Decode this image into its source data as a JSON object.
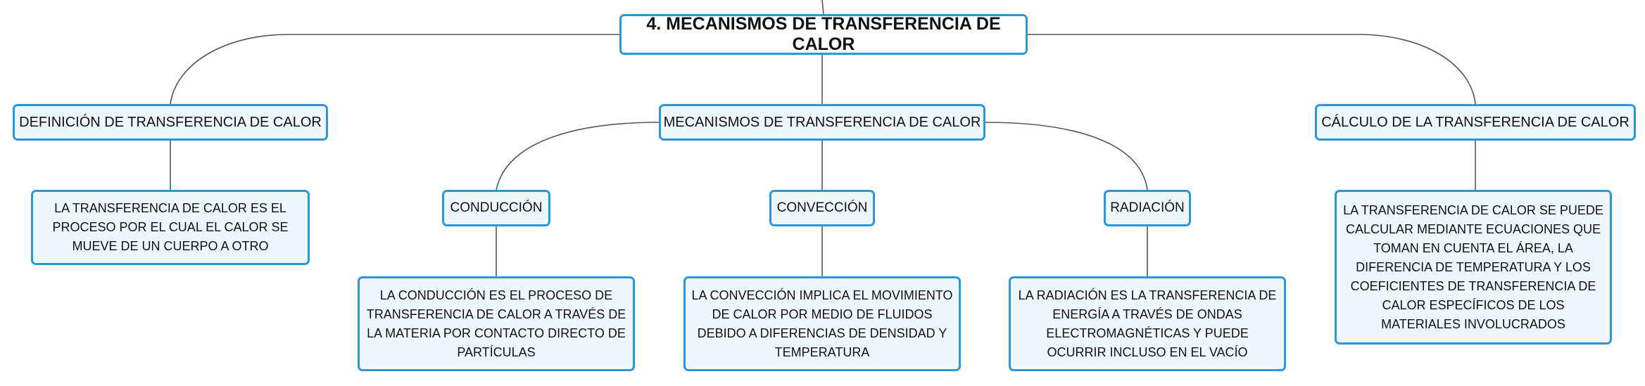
{
  "map": {
    "root": "4. MECANISMOS DE TRANSFERENCIA DE CALOR",
    "definicion": {
      "title": "DEFINICIÓN DE TRANSFERENCIA DE CALOR",
      "text": "LA TRANSFERENCIA DE CALOR ES EL PROCESO POR EL CUAL EL CALOR SE MUEVE DE UN CUERPO A OTRO"
    },
    "mecanismos": {
      "title": "MECANISMOS DE TRANSFERENCIA DE CALOR",
      "conduccion": {
        "title": "CONDUCCIÓN",
        "text": "LA CONDUCCIÓN ES EL PROCESO DE TRANSFERENCIA DE CALOR A TRAVÉS DE LA MATERIA POR CONTACTO DIRECTO DE PARTÍCULAS"
      },
      "conveccion": {
        "title": "CONVECCIÓN",
        "text": "LA CONVECCIÓN IMPLICA EL MOVIMIENTO DE CALOR POR MEDIO DE FLUIDOS DEBIDO A DIFERENCIAS DE DENSIDAD Y TEMPERATURA"
      },
      "radiacion": {
        "title": "RADIACIÓN",
        "text": "LA RADIACIÓN ES LA TRANSFERENCIA DE ENERGÍA A TRAVÉS DE ONDAS ELECTROMAGNÉTICAS Y PUEDE OCURRIR INCLUSO EN EL VACÍO"
      }
    },
    "calculo": {
      "title": "CÁLCULO DE LA TRANSFERENCIA DE CALOR",
      "text": "LA TRANSFERENCIA DE CALOR SE PUEDE CALCULAR MEDIANTE ECUACIONES QUE TOMAN EN CUENTA EL ÁREA, LA DIFERENCIA DE TEMPERATURA Y LOS COEFICIENTES DE TRANSFERENCIA DE CALOR ESPECÍFICOS DE LOS MATERIALES INVOLUCRADOS"
    }
  },
  "colors": {
    "border": "#2b96d8",
    "fill": "#eef7fd",
    "connector": "#555555"
  }
}
